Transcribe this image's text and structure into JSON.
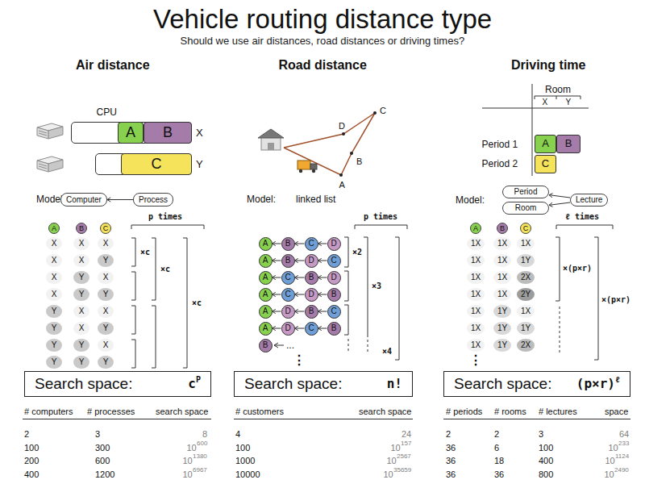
{
  "diagram": {
    "title": "Vehicle routing distance type",
    "nodes": [
      {
        "text": [
          "X"
        ]
      },
      {
        "text": [
          "A"
        ],
        "in": 0
      },
      {
        "text": [
          "B"
        ],
        "in": 0
      },
      {
        "text": [
          "Y"
        ]
      },
      {
        "text": [
          "C"
        ],
        "in": 3
      },
      {
        "text": [
          "Computer"
        ]
      },
      {
        "text": [
          "Process"
        ]
      },
      {
        "text": [
          "A"
        ]
      },
      {
        "text": [
          "B"
        ]
      },
      {
        "text": [
          "C"
        ]
      },
      {
        "text": [
          "X"
        ]
      },
      {
        "text": [
          "X"
        ]
      },
      {
        "text": [
          "X"
        ]
      },
      {
        "text": [
          "X"
        ]
      },
      {
        "text": [
          "X"
        ]
      },
      {
        "text": [
          "Y"
        ]
      },
      {
        "text": [
          "X"
        ]
      },
      {
        "text": [
          "Y"
        ]
      },
      {
        "text": [
          "X"
        ]
      },
      {
        "text": [
          "X"
        ]
      },
      {
        "text": [
          "Y"
        ]
      },
      {
        "text": [
          "Y"
        ]
      },
      {
        "text": [
          "Y"
        ]
      },
      {
        "text": [
          "X"
        ]
      },
      {
        "text": [
          "X"
        ]
      },
      {
        "text": [
          "Y"
        ]
      },
      {
        "text": [
          "X"
        ]
      },
      {
        "text": [
          "Y"
        ]
      },
      {
        "text": [
          "Y"
        ]
      },
      {
        "text": [
          "Y"
        ]
      },
      {
        "text": [
          "X"
        ]
      },
      {
        "text": [
          "Y"
        ]
      },
      {
        "text": [
          "Y"
        ]
      },
      {
        "text": [
          "Y"
        ]
      },
      {
        "text": [
          "Search space:",
          "c",
          "P"
        ]
      },
      {
        "text": [
          "A"
        ]
      },
      {
        "text": [
          "B"
        ]
      },
      {
        "text": [
          "C"
        ]
      },
      {
        "text": [
          "D"
        ]
      },
      {
        "text": [
          "A"
        ]
      },
      {
        "text": [
          "B"
        ]
      },
      {
        "text": [
          "D"
        ]
      },
      {
        "text": [
          "C"
        ]
      },
      {
        "text": [
          "A"
        ]
      },
      {
        "text": [
          "C"
        ]
      },
      {
        "text": [
          "B"
        ]
      },
      {
        "text": [
          "D"
        ]
      },
      {
        "text": [
          "A"
        ]
      },
      {
        "text": [
          "C"
        ]
      },
      {
        "text": [
          "D"
        ]
      },
      {
        "text": [
          "B"
        ]
      },
      {
        "text": [
          "A"
        ]
      },
      {
        "text": [
          "D"
        ]
      },
      {
        "text": [
          "B"
        ]
      },
      {
        "text": [
          "C"
        ]
      },
      {
        "text": [
          "A"
        ]
      },
      {
        "text": [
          "D"
        ]
      },
      {
        "text": [
          "C"
        ]
      },
      {
        "text": [
          "B"
        ]
      },
      {
        "text": [
          "B"
        ]
      },
      {
        "text": [
          "Search space:",
          "n!"
        ]
      },
      {
        "text": [
          "A"
        ]
      },
      {
        "text": [
          "B"
        ]
      },
      {
        "text": [
          "C"
        ]
      },
      {
        "text": [
          "Period"
        ]
      },
      {
        "text": [
          "Room"
        ]
      },
      {
        "text": [
          "Lecture"
        ]
      },
      {
        "text": [
          "A"
        ]
      },
      {
        "text": [
          "B"
        ]
      },
      {
        "text": [
          "C"
        ]
      },
      {
        "text": [
          "1X"
        ]
      },
      {
        "text": [
          "1X"
        ]
      },
      {
        "text": [
          "1X"
        ]
      },
      {
        "text": [
          "1X"
        ]
      },
      {
        "text": [
          "1X"
        ]
      },
      {
        "text": [
          "1Y"
        ]
      },
      {
        "text": [
          "1X"
        ]
      },
      {
        "text": [
          "1X"
        ]
      },
      {
        "text": [
          "2X"
        ]
      },
      {
        "text": [
          "1X"
        ]
      },
      {
        "text": [
          "1X"
        ]
      },
      {
        "text": [
          "2Y"
        ]
      },
      {
        "text": [
          "1X"
        ]
      },
      {
        "text": [
          "1Y"
        ]
      },
      {
        "text": [
          "1X"
        ]
      },
      {
        "text": [
          "1X"
        ]
      },
      {
        "text": [
          "1Y"
        ]
      },
      {
        "text": [
          "1Y"
        ]
      },
      {
        "text": [
          "1X"
        ]
      },
      {
        "text": [
          "1Y"
        ]
      },
      {
        "text": [
          "2X"
        ]
      },
      {
        "text": [
          "Search space:",
          "(p×r)",
          "ℓ"
        ]
      }
    ],
    "edges": [
      {
        "from": 6,
        "to": 5,
        "arrow": "to"
      },
      {
        "from": 36,
        "to": 35,
        "arrow": "to"
      },
      {
        "from": 37,
        "to": 36,
        "arrow": "to"
      },
      {
        "from": 38,
        "to": 37,
        "arrow": "to"
      },
      {
        "from": 40,
        "to": 39,
        "arrow": "to"
      },
      {
        "from": 41,
        "to": 40,
        "arrow": "to"
      },
      {
        "from": 42,
        "to": 41,
        "arrow": "to"
      },
      {
        "from": 44,
        "to": 43,
        "arrow": "to"
      },
      {
        "from": 45,
        "to": 44,
        "arrow": "to"
      },
      {
        "from": 46,
        "to": 45,
        "arrow": "to"
      },
      {
        "from": 48,
        "to": 47,
        "arrow": "to"
      },
      {
        "from": 49,
        "to": 48,
        "arrow": "to"
      },
      {
        "from": 50,
        "to": 49,
        "arrow": "to"
      },
      {
        "from": 52,
        "to": 51,
        "arrow": "to"
      },
      {
        "from": 53,
        "to": 52,
        "arrow": "to"
      },
      {
        "from": 54,
        "to": 53,
        "arrow": "to"
      },
      {
        "from": 56,
        "to": 55,
        "arrow": "to"
      },
      {
        "from": 57,
        "to": 56,
        "arrow": "to"
      },
      {
        "from": 58,
        "to": 57,
        "arrow": "to"
      },
      {
        "from": 66,
        "to": 64,
        "arrow": "to"
      },
      {
        "from": 66,
        "to": 65,
        "arrow": "to"
      }
    ],
    "labels": [
      "Should we use air distances, road distances or driving times?",
      "Air distance",
      "Road distance",
      "Driving time",
      "CPU",
      "Model:",
      "p times",
      "×c",
      "×c",
      "×c",
      "# computers",
      "# processes",
      "search space",
      "2",
      "3",
      "8",
      "100",
      "300",
      "10",
      "600",
      "200",
      "600",
      "10",
      "1380",
      "400",
      "1200",
      "10",
      "6967",
      "D",
      "C",
      "B",
      "A",
      "Model:",
      "linked list",
      "p times",
      "×2",
      "×3",
      "×4",
      "...",
      "⋮",
      "# customers",
      "search space",
      "4",
      "24",
      "100",
      "10",
      "157",
      "1000",
      "10",
      "2567",
      "10000",
      "10",
      "35659",
      "Room",
      "X",
      "Y",
      "Period 1",
      "Period 2",
      "Model:",
      "ℓ times",
      "×(p×r)",
      "×(p×r)",
      "⋮",
      "# periods",
      "# rooms",
      "# lectures",
      "space",
      "2",
      "2",
      "3",
      "64",
      "36",
      "6",
      "100",
      "10",
      "233",
      "36",
      "18",
      "400",
      "10",
      "1124",
      "36",
      "36",
      "800",
      "10",
      "2490"
    ]
  }
}
